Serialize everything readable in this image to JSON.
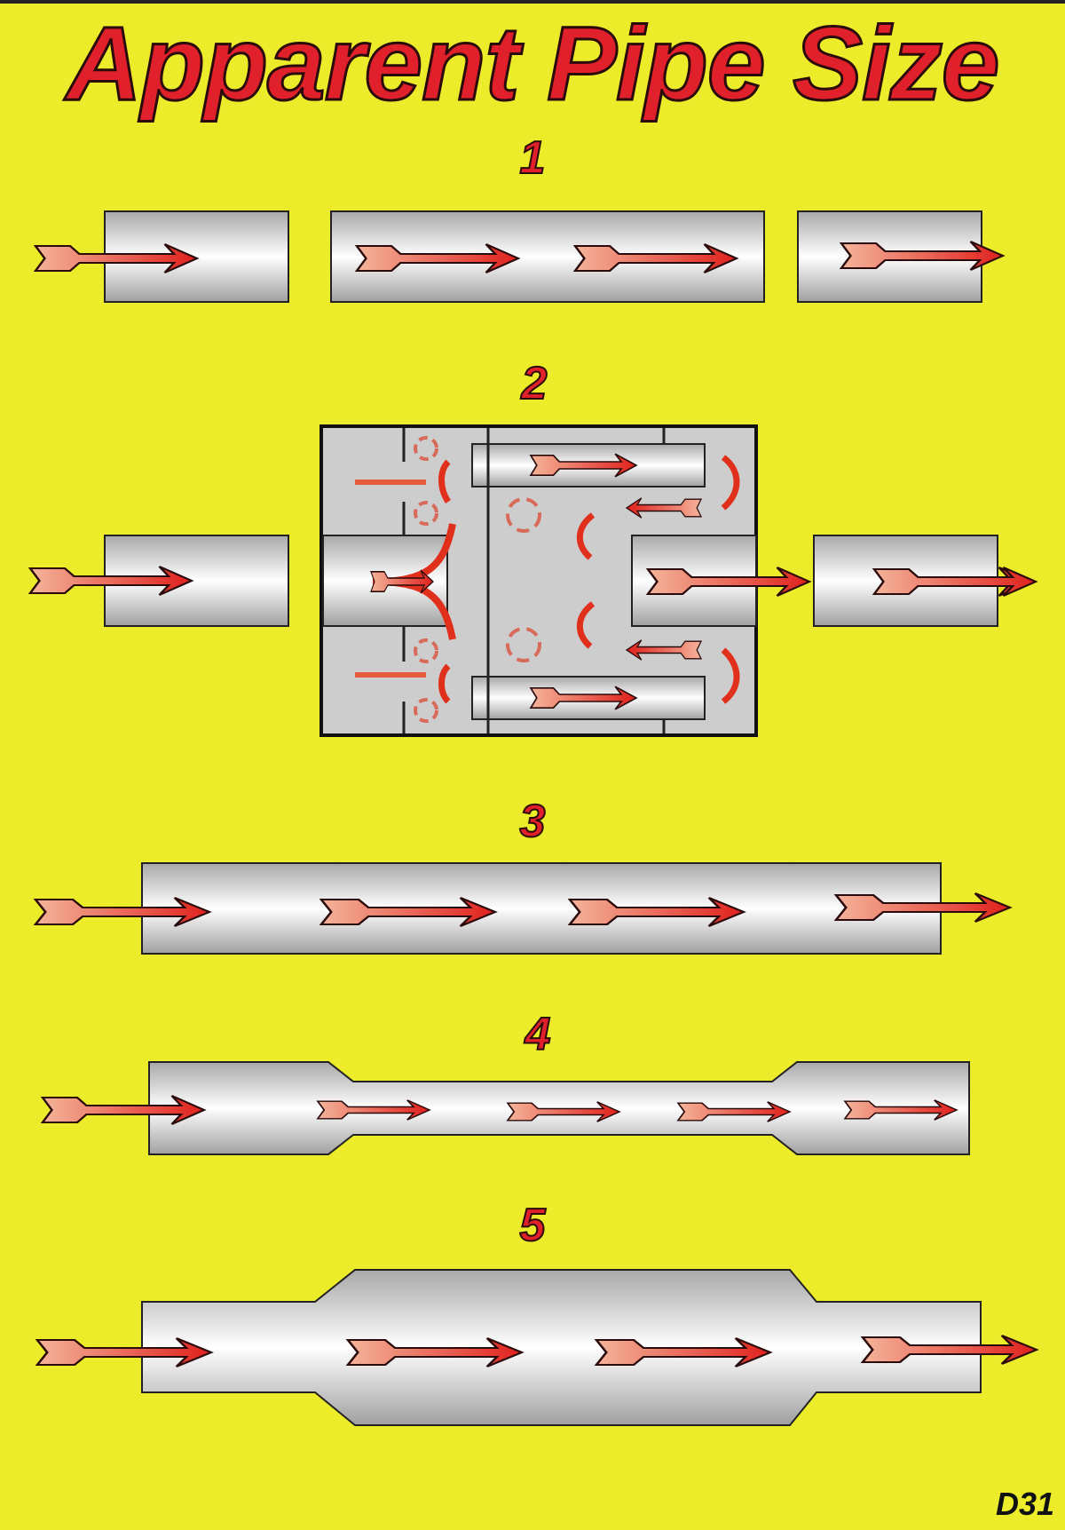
{
  "title": "Apparent Pipe Size",
  "diagrams": [
    {
      "label": "1",
      "description": "Three separate pipe sections with flow arrows"
    },
    {
      "label": "2",
      "description": "Muffler/chamber with baffles, turbulence and recirculating flow"
    },
    {
      "label": "3",
      "description": "Single straight pipe with flow arrows"
    },
    {
      "label": "4",
      "description": "Pipe with narrow restricted middle section"
    },
    {
      "label": "5",
      "description": "Pipe with enlarged middle section"
    }
  ],
  "code": "D31",
  "colors": {
    "background": "#ecec2a",
    "title": "#e0202a",
    "pipe": "#c8c8c8",
    "arrow": "#e53a2a"
  }
}
